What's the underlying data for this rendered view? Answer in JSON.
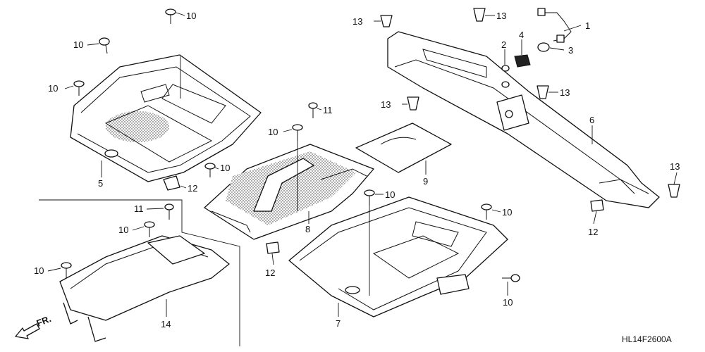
{
  "diagram": {
    "code": "HL14F2600A",
    "direction_label": "FR.",
    "callouts": {
      "c1": "1",
      "c2": "2",
      "c3": "3",
      "c4": "4",
      "c5": "5",
      "c6": "6",
      "c7": "7",
      "c8": "8",
      "c9": "9",
      "c10a": "10",
      "c10b": "10",
      "c10c": "10",
      "c10d": "10",
      "c10e": "10",
      "c10f": "10",
      "c10g": "10",
      "c10h": "10",
      "c10i": "10",
      "c10j": "10",
      "c11a": "11",
      "c11b": "11",
      "c12a": "12",
      "c12b": "12",
      "c12c": "12",
      "c13a": "13",
      "c13b": "13",
      "c13c": "13",
      "c13d": "13",
      "c14": "14"
    }
  }
}
